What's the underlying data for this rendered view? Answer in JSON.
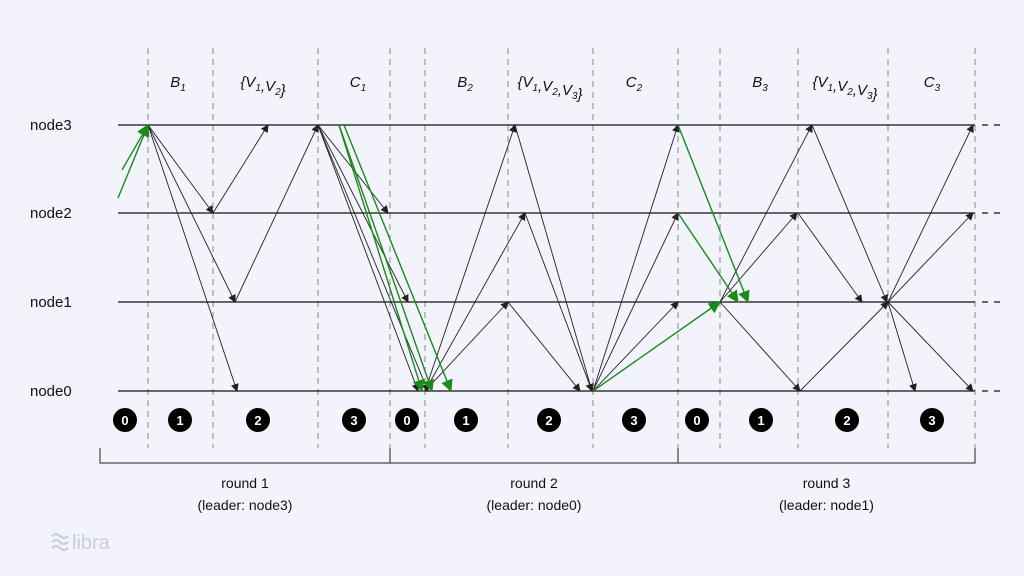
{
  "nodes": [
    "node3",
    "node2",
    "node1",
    "node0"
  ],
  "phase_labels": [
    {
      "text": "B",
      "sub": "1"
    },
    {
      "parts": [
        [
          "{V",
          "1"
        ],
        [
          ",V",
          "2"
        ],
        [
          "}",
          ""
        ]
      ]
    },
    {
      "text": "C",
      "sub": "1"
    },
    {
      "text": "B",
      "sub": "2"
    },
    {
      "parts": [
        [
          "{V",
          "1"
        ],
        [
          ",V",
          "2"
        ],
        [
          ",V",
          "3"
        ],
        [
          "}",
          ""
        ]
      ]
    },
    {
      "text": "C",
      "sub": "2"
    },
    {
      "text": "B",
      "sub": "3"
    },
    {
      "parts": [
        [
          "{V",
          "1"
        ],
        [
          ",V",
          "2"
        ],
        [
          ",V",
          "3"
        ],
        [
          "}",
          ""
        ]
      ]
    },
    {
      "text": "C",
      "sub": "3"
    }
  ],
  "step_badges": [
    "0",
    "1",
    "2",
    "3",
    "0",
    "1",
    "2",
    "3",
    "0",
    "1",
    "2",
    "3"
  ],
  "rounds": [
    {
      "title": "round 1",
      "leader": "(leader: node3)"
    },
    {
      "title": "round 2",
      "leader": "(leader: node0)"
    },
    {
      "title": "round 3",
      "leader": "(leader: node1)"
    }
  ],
  "colors": {
    "proposal_arrow": "#1a8a1a",
    "vote_arrow": "#222222",
    "badge": "#000000",
    "background": "#f3f3fb"
  },
  "logo": {
    "icon": "libra-waves-icon",
    "text": "libra"
  }
}
